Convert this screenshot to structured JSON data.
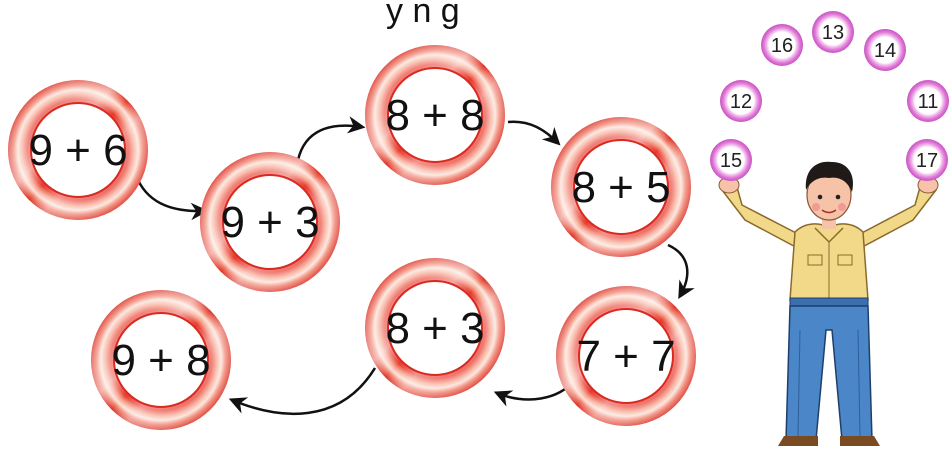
{
  "header": {
    "text": "y n g"
  },
  "rings": [
    {
      "id": "r1",
      "label": "9 + 6"
    },
    {
      "id": "r2",
      "label": "9 + 3"
    },
    {
      "id": "r3",
      "label": "8 + 8"
    },
    {
      "id": "r4",
      "label": "8 + 5"
    },
    {
      "id": "r5",
      "label": "7 + 7"
    },
    {
      "id": "r6",
      "label": "8 + 3"
    },
    {
      "id": "r7",
      "label": "9 + 8"
    }
  ],
  "balls": [
    {
      "id": "b16",
      "label": "16"
    },
    {
      "id": "b13",
      "label": "13"
    },
    {
      "id": "b14",
      "label": "14"
    },
    {
      "id": "b12",
      "label": "12"
    },
    {
      "id": "b11",
      "label": "11"
    },
    {
      "id": "b15",
      "label": "15"
    },
    {
      "id": "b17",
      "label": "17"
    }
  ],
  "colors": {
    "ring_outer": "#e8392d",
    "ring_light": "#f9c9b8",
    "ball_pink": "#e07bd8",
    "arrow": "#111111",
    "shirt": "#f2d98a",
    "jeans": "#4a86c8"
  }
}
